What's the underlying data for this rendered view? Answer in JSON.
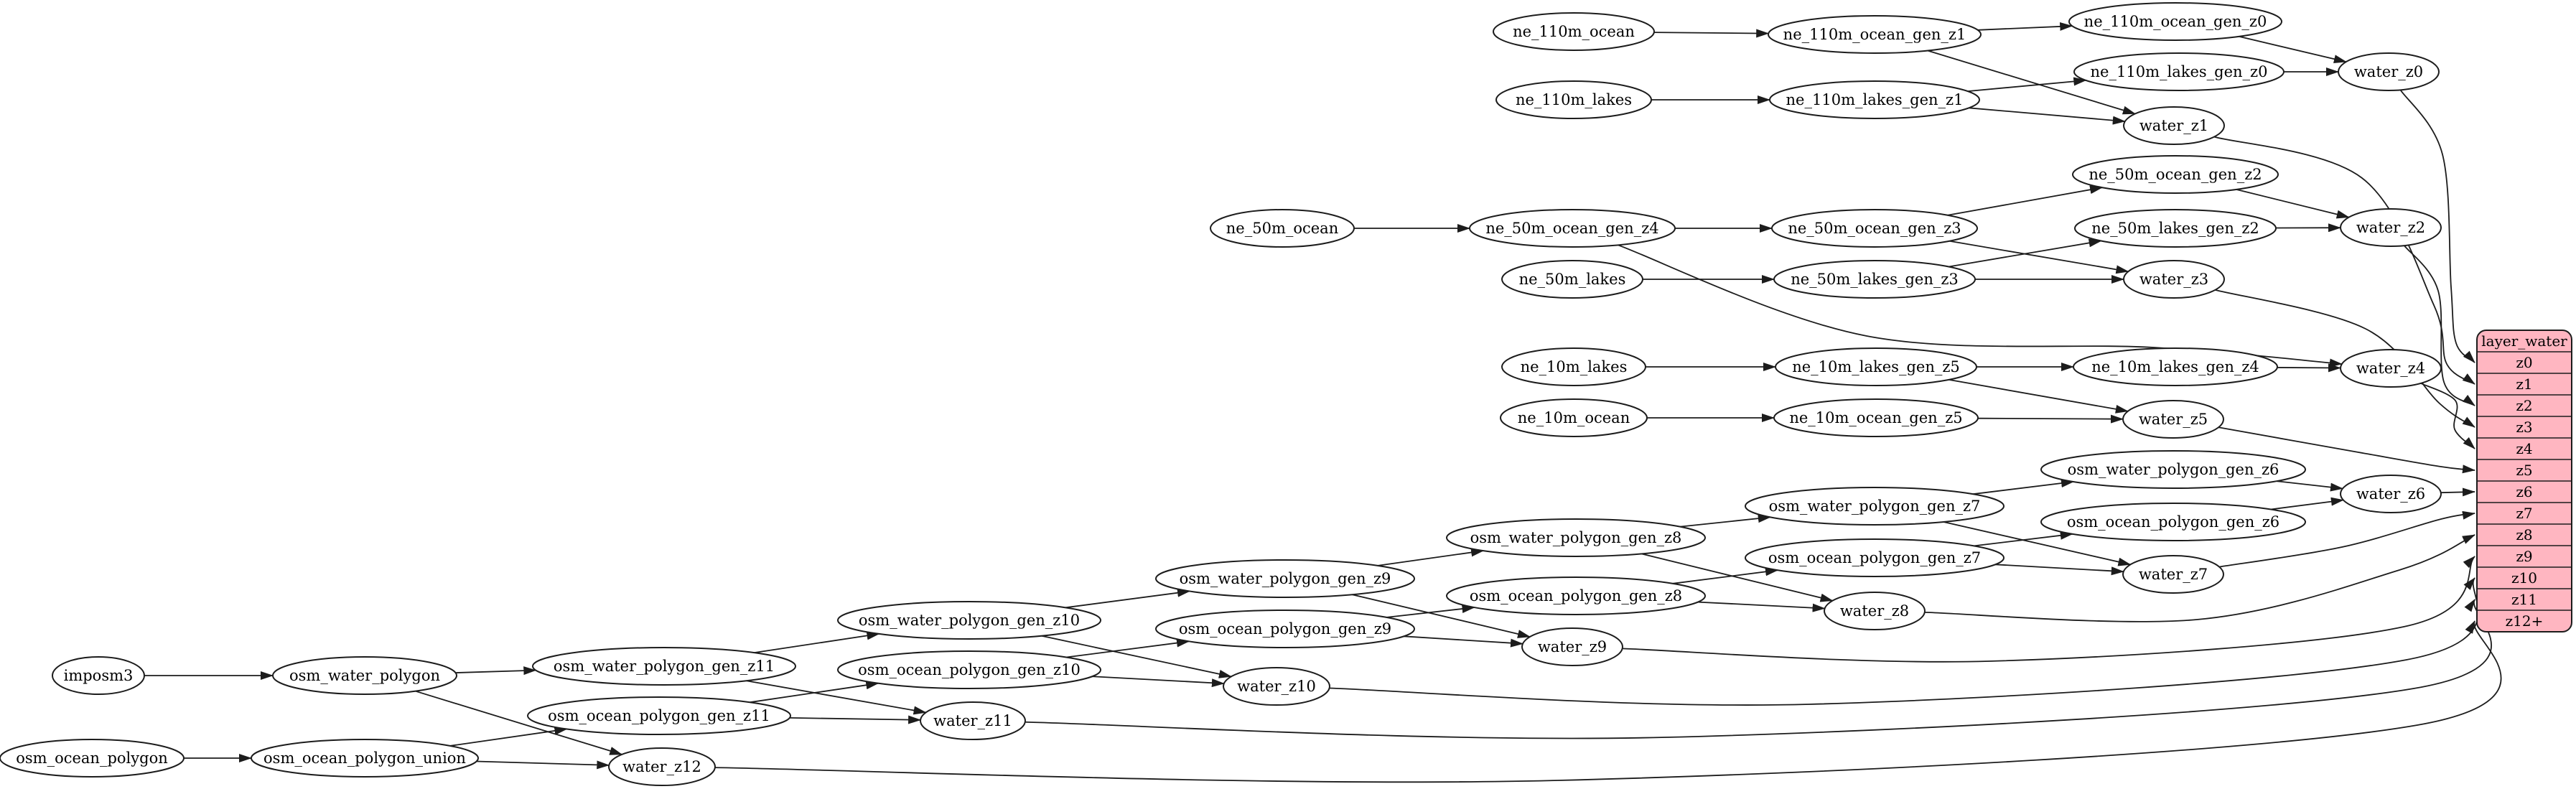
{
  "diagram": {
    "background": "#ffffff",
    "colors": {
      "node_fill": "#ffffff",
      "node_stroke": "#1c1c1c",
      "edge": "#1c1c1c",
      "table_fill": "#ffb6c1"
    },
    "node_labels": {
      "imposm3": "imposm3",
      "osm_water_polygon": "osm_water_polygon",
      "osm_ocean_polygon": "osm_ocean_polygon",
      "osm_ocean_polygon_union": "osm_ocean_polygon_union",
      "osm_water_polygon_gen_z11": "osm_water_polygon_gen_z11",
      "osm_ocean_polygon_gen_z11": "osm_ocean_polygon_gen_z11",
      "osm_water_polygon_gen_z10": "osm_water_polygon_gen_z10",
      "osm_ocean_polygon_gen_z10": "osm_ocean_polygon_gen_z10",
      "osm_water_polygon_gen_z9": "osm_water_polygon_gen_z9",
      "osm_ocean_polygon_gen_z9": "osm_ocean_polygon_gen_z9",
      "osm_water_polygon_gen_z8": "osm_water_polygon_gen_z8",
      "osm_ocean_polygon_gen_z8": "osm_ocean_polygon_gen_z8",
      "osm_water_polygon_gen_z7": "osm_water_polygon_gen_z7",
      "osm_ocean_polygon_gen_z7": "osm_ocean_polygon_gen_z7",
      "osm_water_polygon_gen_z6": "osm_water_polygon_gen_z6",
      "osm_ocean_polygon_gen_z6": "osm_ocean_polygon_gen_z6",
      "water_z0": "water_z0",
      "water_z1": "water_z1",
      "water_z2": "water_z2",
      "water_z3": "water_z3",
      "water_z4": "water_z4",
      "water_z5": "water_z5",
      "water_z6": "water_z6",
      "water_z7": "water_z7",
      "water_z8": "water_z8",
      "water_z9": "water_z9",
      "water_z10": "water_z10",
      "water_z11": "water_z11",
      "water_z12": "water_z12",
      "ne_110m_ocean": "ne_110m_ocean",
      "ne_110m_lakes": "ne_110m_lakes",
      "ne_110m_ocean_gen_z1": "ne_110m_ocean_gen_z1",
      "ne_110m_ocean_gen_z0": "ne_110m_ocean_gen_z0",
      "ne_110m_lakes_gen_z1": "ne_110m_lakes_gen_z1",
      "ne_110m_lakes_gen_z0": "ne_110m_lakes_gen_z0",
      "ne_50m_ocean": "ne_50m_ocean",
      "ne_50m_lakes": "ne_50m_lakes",
      "ne_50m_ocean_gen_z4": "ne_50m_ocean_gen_z4",
      "ne_50m_ocean_gen_z3": "ne_50m_ocean_gen_z3",
      "ne_50m_ocean_gen_z2": "ne_50m_ocean_gen_z2",
      "ne_50m_lakes_gen_z3": "ne_50m_lakes_gen_z3",
      "ne_50m_lakes_gen_z2": "ne_50m_lakes_gen_z2",
      "ne_10m_ocean": "ne_10m_ocean",
      "ne_10m_lakes": "ne_10m_lakes",
      "ne_10m_ocean_gen_z5": "ne_10m_ocean_gen_z5",
      "ne_10m_lakes_gen_z5": "ne_10m_lakes_gen_z5",
      "ne_10m_lakes_gen_z4": "ne_10m_lakes_gen_z4"
    },
    "table": {
      "header": "layer_water",
      "rows": [
        "z0",
        "z1",
        "z2",
        "z3",
        "z4",
        "z5",
        "z6",
        "z7",
        "z8",
        "z9",
        "z10",
        "z11",
        "z12+"
      ],
      "fill": "#ffb6c1",
      "stroke": "#1c1c1c"
    },
    "edges": [
      [
        "ne_110m_ocean",
        "ne_110m_ocean_gen_z1"
      ],
      [
        "ne_110m_ocean_gen_z1",
        "ne_110m_ocean_gen_z0"
      ],
      [
        "ne_110m_ocean_gen_z0",
        "water_z0"
      ],
      [
        "ne_110m_lakes",
        "ne_110m_lakes_gen_z1"
      ],
      [
        "ne_110m_lakes_gen_z1",
        "ne_110m_lakes_gen_z0"
      ],
      [
        "ne_110m_lakes_gen_z0",
        "water_z0"
      ],
      [
        "ne_110m_ocean_gen_z1",
        "water_z1"
      ],
      [
        "ne_110m_lakes_gen_z1",
        "water_z1"
      ],
      [
        "water_z0",
        "layer_water.z0"
      ],
      [
        "water_z1",
        "layer_water.z1"
      ],
      [
        "ne_50m_ocean",
        "ne_50m_ocean_gen_z4"
      ],
      [
        "ne_50m_ocean_gen_z4",
        "ne_50m_ocean_gen_z3"
      ],
      [
        "ne_50m_ocean_gen_z3",
        "ne_50m_ocean_gen_z2"
      ],
      [
        "ne_50m_ocean_gen_z2",
        "water_z2"
      ],
      [
        "ne_50m_lakes",
        "ne_50m_lakes_gen_z3"
      ],
      [
        "ne_50m_lakes_gen_z3",
        "ne_50m_lakes_gen_z2"
      ],
      [
        "ne_50m_lakes_gen_z2",
        "water_z2"
      ],
      [
        "ne_50m_ocean_gen_z3",
        "water_z3"
      ],
      [
        "ne_50m_lakes_gen_z3",
        "water_z3"
      ],
      [
        "ne_50m_ocean_gen_z4",
        "water_z4"
      ],
      [
        "water_z2",
        "layer_water.z2"
      ],
      [
        "water_z3",
        "layer_water.z3"
      ],
      [
        "ne_10m_lakes",
        "ne_10m_lakes_gen_z5"
      ],
      [
        "ne_10m_lakes_gen_z5",
        "ne_10m_lakes_gen_z4"
      ],
      [
        "ne_10m_lakes_gen_z4",
        "water_z4"
      ],
      [
        "ne_10m_ocean",
        "ne_10m_ocean_gen_z5"
      ],
      [
        "ne_10m_ocean_gen_z5",
        "water_z5"
      ],
      [
        "ne_10m_lakes_gen_z5",
        "water_z5"
      ],
      [
        "water_z4",
        "layer_water.z4"
      ],
      [
        "water_z5",
        "layer_water.z5"
      ],
      [
        "imposm3",
        "osm_water_polygon"
      ],
      [
        "osm_water_polygon",
        "osm_water_polygon_gen_z11"
      ],
      [
        "osm_water_polygon",
        "water_z12"
      ],
      [
        "osm_ocean_polygon",
        "osm_ocean_polygon_union"
      ],
      [
        "osm_ocean_polygon_union",
        "osm_ocean_polygon_gen_z11"
      ],
      [
        "osm_ocean_polygon_union",
        "water_z12"
      ],
      [
        "osm_water_polygon_gen_z11",
        "osm_water_polygon_gen_z10"
      ],
      [
        "osm_ocean_polygon_gen_z11",
        "osm_ocean_polygon_gen_z10"
      ],
      [
        "osm_water_polygon_gen_z11",
        "water_z11"
      ],
      [
        "osm_ocean_polygon_gen_z11",
        "water_z11"
      ],
      [
        "osm_water_polygon_gen_z10",
        "osm_water_polygon_gen_z9"
      ],
      [
        "osm_ocean_polygon_gen_z10",
        "osm_ocean_polygon_gen_z9"
      ],
      [
        "osm_water_polygon_gen_z10",
        "water_z10"
      ],
      [
        "osm_ocean_polygon_gen_z10",
        "water_z10"
      ],
      [
        "osm_water_polygon_gen_z9",
        "osm_water_polygon_gen_z8"
      ],
      [
        "osm_ocean_polygon_gen_z9",
        "osm_ocean_polygon_gen_z8"
      ],
      [
        "osm_water_polygon_gen_z9",
        "water_z9"
      ],
      [
        "osm_ocean_polygon_gen_z9",
        "water_z9"
      ],
      [
        "osm_water_polygon_gen_z8",
        "osm_water_polygon_gen_z7"
      ],
      [
        "osm_ocean_polygon_gen_z8",
        "osm_ocean_polygon_gen_z7"
      ],
      [
        "osm_water_polygon_gen_z8",
        "water_z8"
      ],
      [
        "osm_ocean_polygon_gen_z8",
        "water_z8"
      ],
      [
        "osm_water_polygon_gen_z7",
        "osm_water_polygon_gen_z6"
      ],
      [
        "osm_ocean_polygon_gen_z7",
        "osm_ocean_polygon_gen_z6"
      ],
      [
        "osm_water_polygon_gen_z7",
        "water_z7"
      ],
      [
        "osm_ocean_polygon_gen_z7",
        "water_z7"
      ],
      [
        "osm_water_polygon_gen_z6",
        "water_z6"
      ],
      [
        "osm_ocean_polygon_gen_z6",
        "water_z6"
      ],
      [
        "water_z6",
        "layer_water.z6"
      ],
      [
        "water_z7",
        "layer_water.z7"
      ],
      [
        "water_z8",
        "layer_water.z8"
      ],
      [
        "water_z9",
        "layer_water.z9"
      ],
      [
        "water_z10",
        "layer_water.z10"
      ],
      [
        "water_z11",
        "layer_water.z11"
      ],
      [
        "water_z12",
        "layer_water.z12+"
      ]
    ]
  }
}
